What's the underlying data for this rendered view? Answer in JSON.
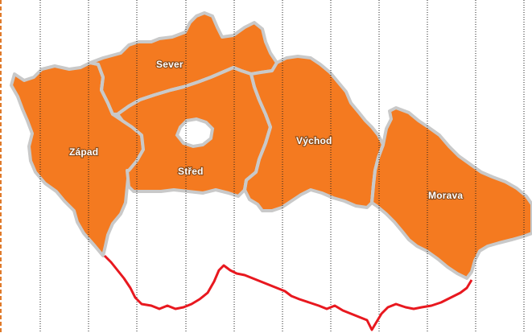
{
  "map": {
    "colors": {
      "region_fill": "#f47a20",
      "region_border": "#c9c9c9",
      "route": "#e8181f",
      "grid": "#222222",
      "edge": "#e07a2a"
    },
    "regions": [
      {
        "id": "zapad",
        "label": "Západ"
      },
      {
        "id": "sever",
        "label": "Sever"
      },
      {
        "id": "stred",
        "label": "Střed"
      },
      {
        "id": "vychod",
        "label": "Východ"
      },
      {
        "id": "morava",
        "label": "Morava"
      }
    ]
  }
}
